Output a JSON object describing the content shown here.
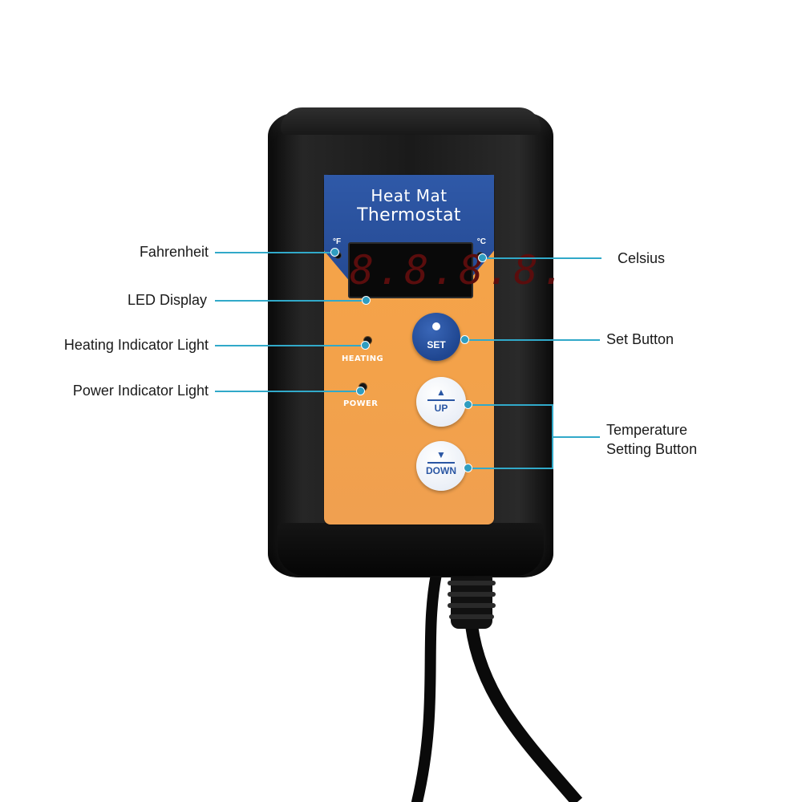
{
  "device": {
    "title_line1": "Heat Mat",
    "title_line2": "Thermostat",
    "unit_fahrenheit": "°F",
    "unit_celsius": "°C",
    "display": "8.8.8.8.",
    "heating_label": "HEATING",
    "power_label": "POWER",
    "set_label": "SET",
    "up_arrow": "▲",
    "up_label": "UP",
    "down_arrow": "▼",
    "down_label": "DOWN"
  },
  "callouts": {
    "fahrenheit": "Fahrenheit",
    "led_display": "LED Display",
    "heating_indicator": "Heating Indicator Light",
    "power_indicator": "Power Indicator Light",
    "celsius": "Celsius",
    "set_button": "Set Button",
    "temperature_line1": "Temperature",
    "temperature_line2": "Setting Button"
  },
  "colors": {
    "panel_blue": "#2a52a0",
    "panel_orange": "#f4a34a",
    "callout_line": "#31a9c9",
    "device_body": "#1a1a1a"
  }
}
